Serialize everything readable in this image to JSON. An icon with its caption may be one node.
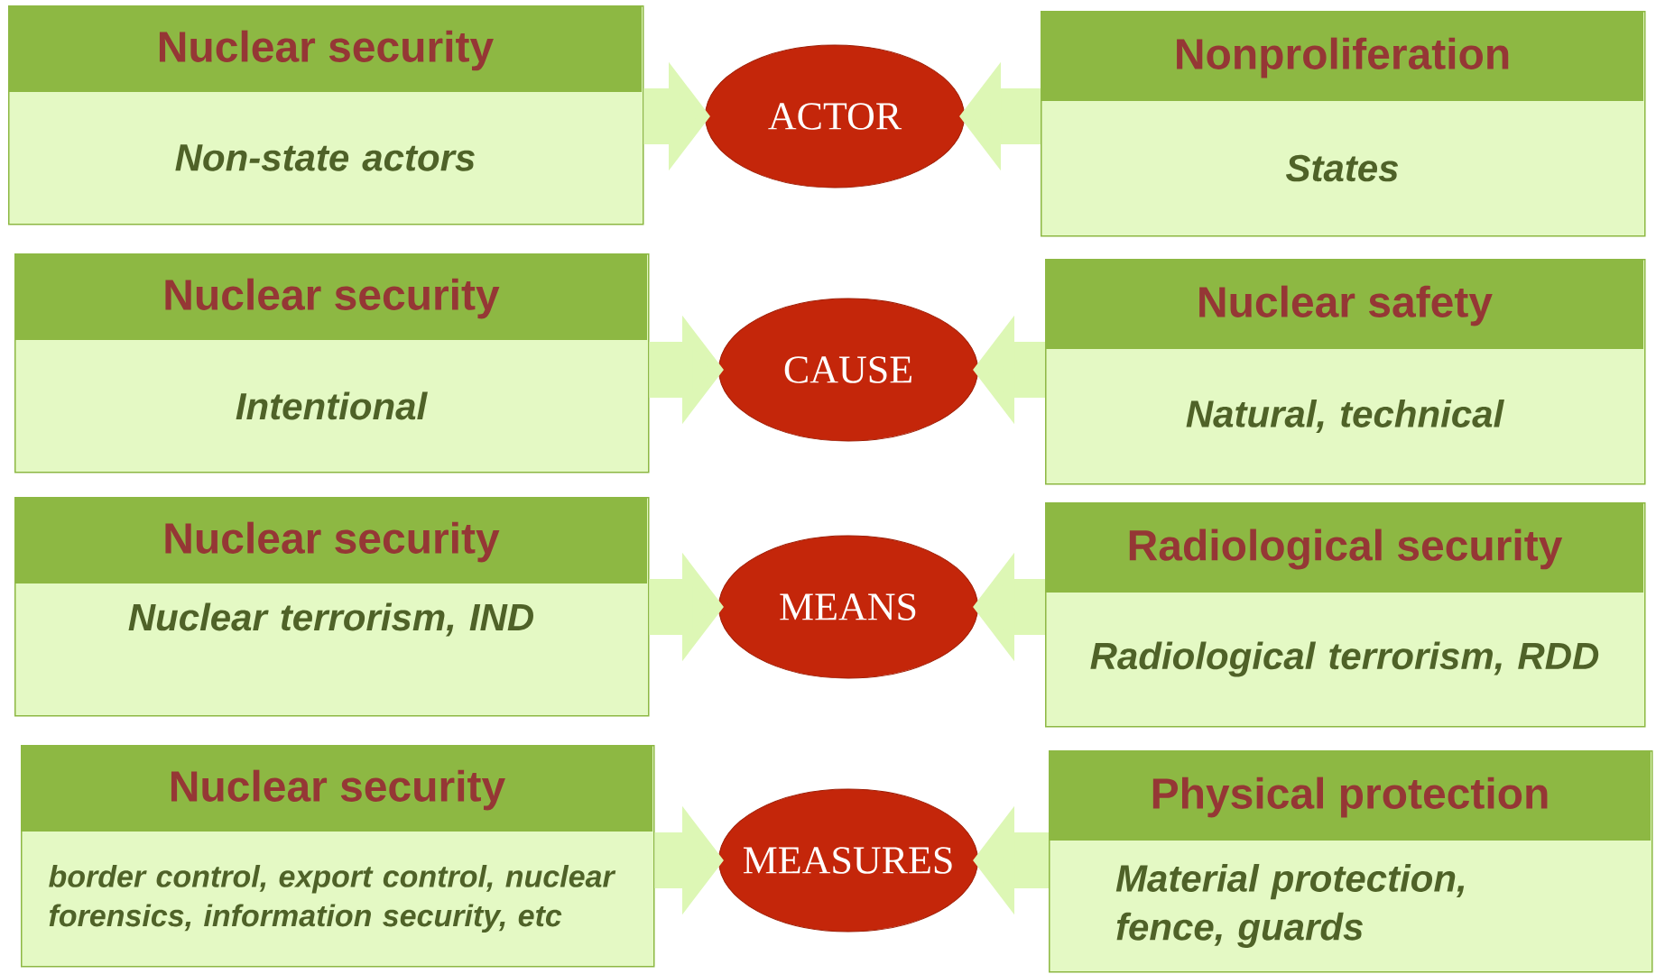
{
  "diagram": {
    "nodes": [
      {
        "text": [
          "Nuclear security",
          "Non-state actors"
        ]
      },
      {
        "text": [
          "ACTOR"
        ]
      },
      {
        "text": [
          "Nonproliferation",
          "States"
        ]
      },
      {
        "text": [
          "Nuclear security",
          "Intentional"
        ]
      },
      {
        "text": [
          "CAUSE"
        ]
      },
      {
        "text": [
          "Nuclear safety",
          "Natural, technical"
        ]
      },
      {
        "text": [
          "Nuclear security",
          "Nuclear terrorism, IND"
        ]
      },
      {
        "text": [
          "MEANS"
        ]
      },
      {
        "text": [
          "Radiological security",
          "Radiological terrorism, RDD"
        ]
      },
      {
        "text": [
          "Nuclear security",
          "border control, export control, nuclear forensics, information security, etc"
        ]
      },
      {
        "text": [
          "MEASURES"
        ]
      },
      {
        "text": [
          "Physical protection",
          "Material protection, fence, guards"
        ]
      }
    ],
    "edges": [
      {
        "from": 0,
        "to": 1,
        "arrow": "to"
      },
      {
        "from": 2,
        "to": 1,
        "arrow": "to"
      },
      {
        "from": 3,
        "to": 4,
        "arrow": "to"
      },
      {
        "from": 5,
        "to": 4,
        "arrow": "to"
      },
      {
        "from": 6,
        "to": 7,
        "arrow": "to"
      },
      {
        "from": 8,
        "to": 7,
        "arrow": "to"
      },
      {
        "from": 9,
        "to": 10,
        "arrow": "to"
      },
      {
        "from": 11,
        "to": 10,
        "arrow": "to"
      }
    ]
  }
}
